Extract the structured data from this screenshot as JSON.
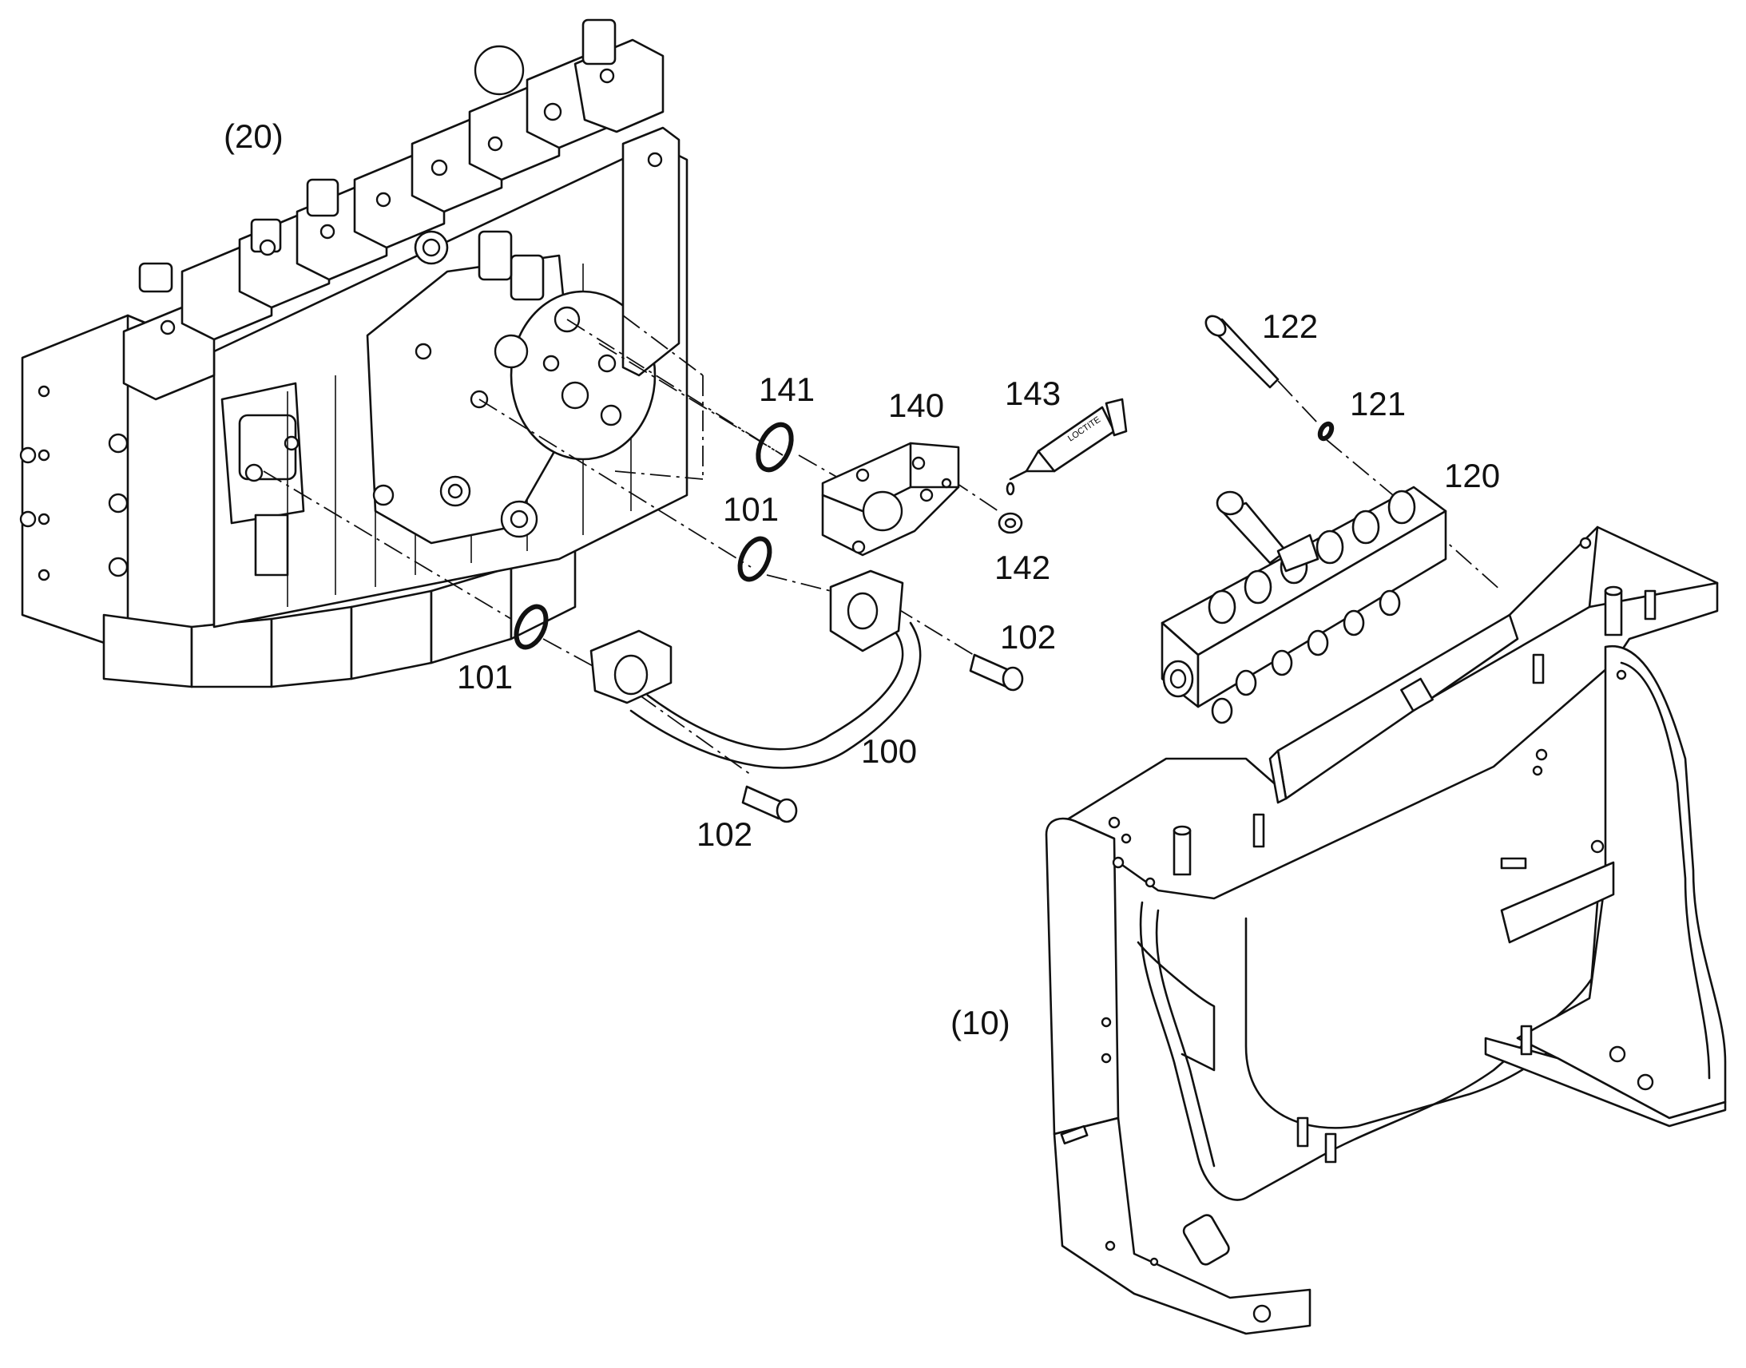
{
  "callouts": {
    "c20": "(20)",
    "c10": "(10)",
    "c141": "141",
    "c140": "140",
    "c143": "143",
    "c142": "142",
    "c101a": "101",
    "c101b": "101",
    "c102a": "102",
    "c102b": "102",
    "c100": "100",
    "c122": "122",
    "c121": "121",
    "c120": "120"
  },
  "tube_label": "LOCTITE",
  "colors": {
    "line": "#111111",
    "background": "#ffffff"
  }
}
